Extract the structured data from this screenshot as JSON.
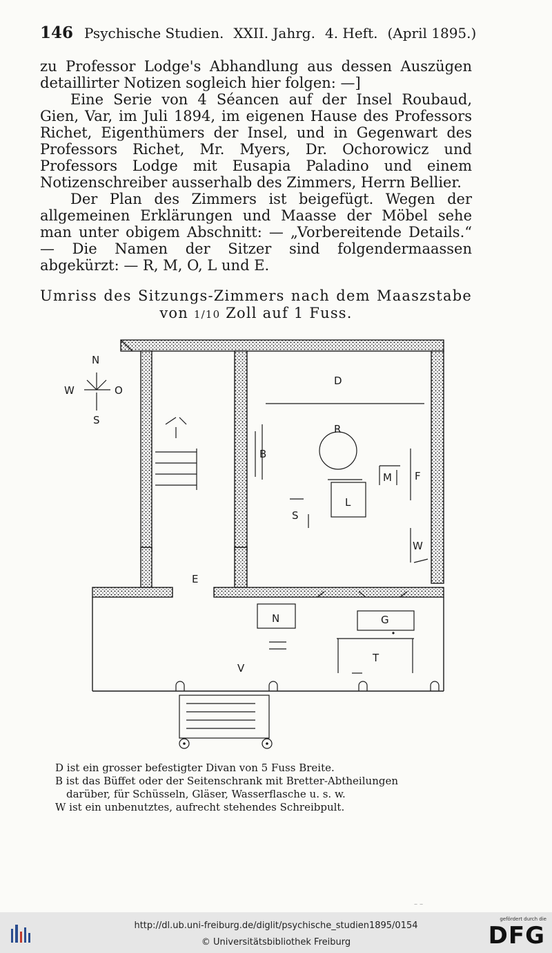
{
  "header": {
    "page_number": "146",
    "journal": "Psychische Studien.",
    "volume": "XXII. Jahrg.",
    "issue": "4. Heft.",
    "date": "(April 1895.)"
  },
  "paragraphs": {
    "p1": "zu Professor Lodge's Abhandlung aus dessen Auszügen detaillirter Notizen sogleich hier folgen: —]",
    "p2": "Eine Serie von 4 Séancen auf der Insel Roubaud, Gien, Var, im Juli 1894, im eigenen Hause des Professors Richet, Eigenthümers der Insel, und in Gegenwart des Professors Richet, Mr. Myers, Dr. Ochorowicz und Professors Lodge mit Eusapia Paladino und einem Notizenschreiber ausserhalb des Zimmers, Herrn Bellier.",
    "p3": "Der Plan des Zimmers ist beigefügt. Wegen der allgemeinen Erklärungen und Maasse der Möbel sehe man unter obigem Abschnitt: — „Vorbereitende Details.“ — Die Namen der Sitzer sind folgendermaassen abgekürzt: — R, M, O, L und E."
  },
  "caption": {
    "line1": "Umriss des Sitzungs-Zimmers nach dem Maaszstabe",
    "line2_pre": "von",
    "fraction": "1/10",
    "line2_post": "Zoll auf 1 Fuss."
  },
  "plan_labels": {
    "compass_n": "N",
    "compass_w": "W",
    "compass_o": "O",
    "compass_s": "S",
    "divan": "D",
    "richet": "R",
    "buffet": "B",
    "myers": "M",
    "f_label": "F",
    "lodge": "L",
    "s_label": "S",
    "writing_desk": "W",
    "entrance": "E",
    "n_label": "N",
    "g_label": "G",
    "t_label": "T",
    "v_label": "V"
  },
  "legend": {
    "d": "D ist ein grosser befestigter Divan von 5 Fuss Breite.",
    "b1": "B ist das Büffet oder der Seitenschrank mit Bretter-Abtheilungen",
    "b2": "darüber, für Schüsseln, Gläser, Wasserflasche u. s. w.",
    "w": "W ist ein unbenutztes, aufrecht stehendes Schreibpult."
  },
  "footer": {
    "url": "http://dl.ub.uni-freiburg.de/diglit/psychische_studien1895/0154",
    "copyright": "© Universitätsbibliothek Freiburg",
    "funder_small": "gefördert durch die",
    "funder": "DFG"
  }
}
